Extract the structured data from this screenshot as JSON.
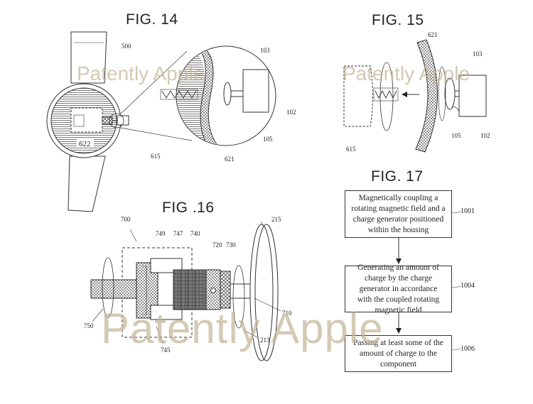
{
  "fig14": {
    "title": "FIG. 14",
    "labels": {
      "l500": "500",
      "l103": "103",
      "l102": "102",
      "l622": "622",
      "l615": "615",
      "l621": "621",
      "l105": "105"
    }
  },
  "fig15": {
    "title": "FIG. 15",
    "labels": {
      "l621": "621",
      "l103": "103",
      "l105": "105",
      "l102": "102",
      "l615": "615"
    }
  },
  "fig16": {
    "title": "FIG .16",
    "labels": {
      "l700": "700",
      "l749": "749",
      "l747": "747",
      "l740": "740",
      "l720": "720",
      "l730": "730",
      "l215": "215",
      "l750": "750",
      "l710": "710",
      "l213": "213",
      "l745": "745"
    }
  },
  "fig17": {
    "title": "FIG. 17",
    "steps": [
      {
        "text": "Magnetically coupling a rotating magnetic field and a charge generator positioned within the housing",
        "ref": "1001"
      },
      {
        "text": "Generating an amount of charge by the charge generator in accordance with the coupled rotating magnetic field",
        "ref": "1004"
      },
      {
        "text": "Passing at least some of the amount of charge to the component",
        "ref": "1006"
      }
    ]
  },
  "watermark": {
    "text": "Patently Apple"
  }
}
